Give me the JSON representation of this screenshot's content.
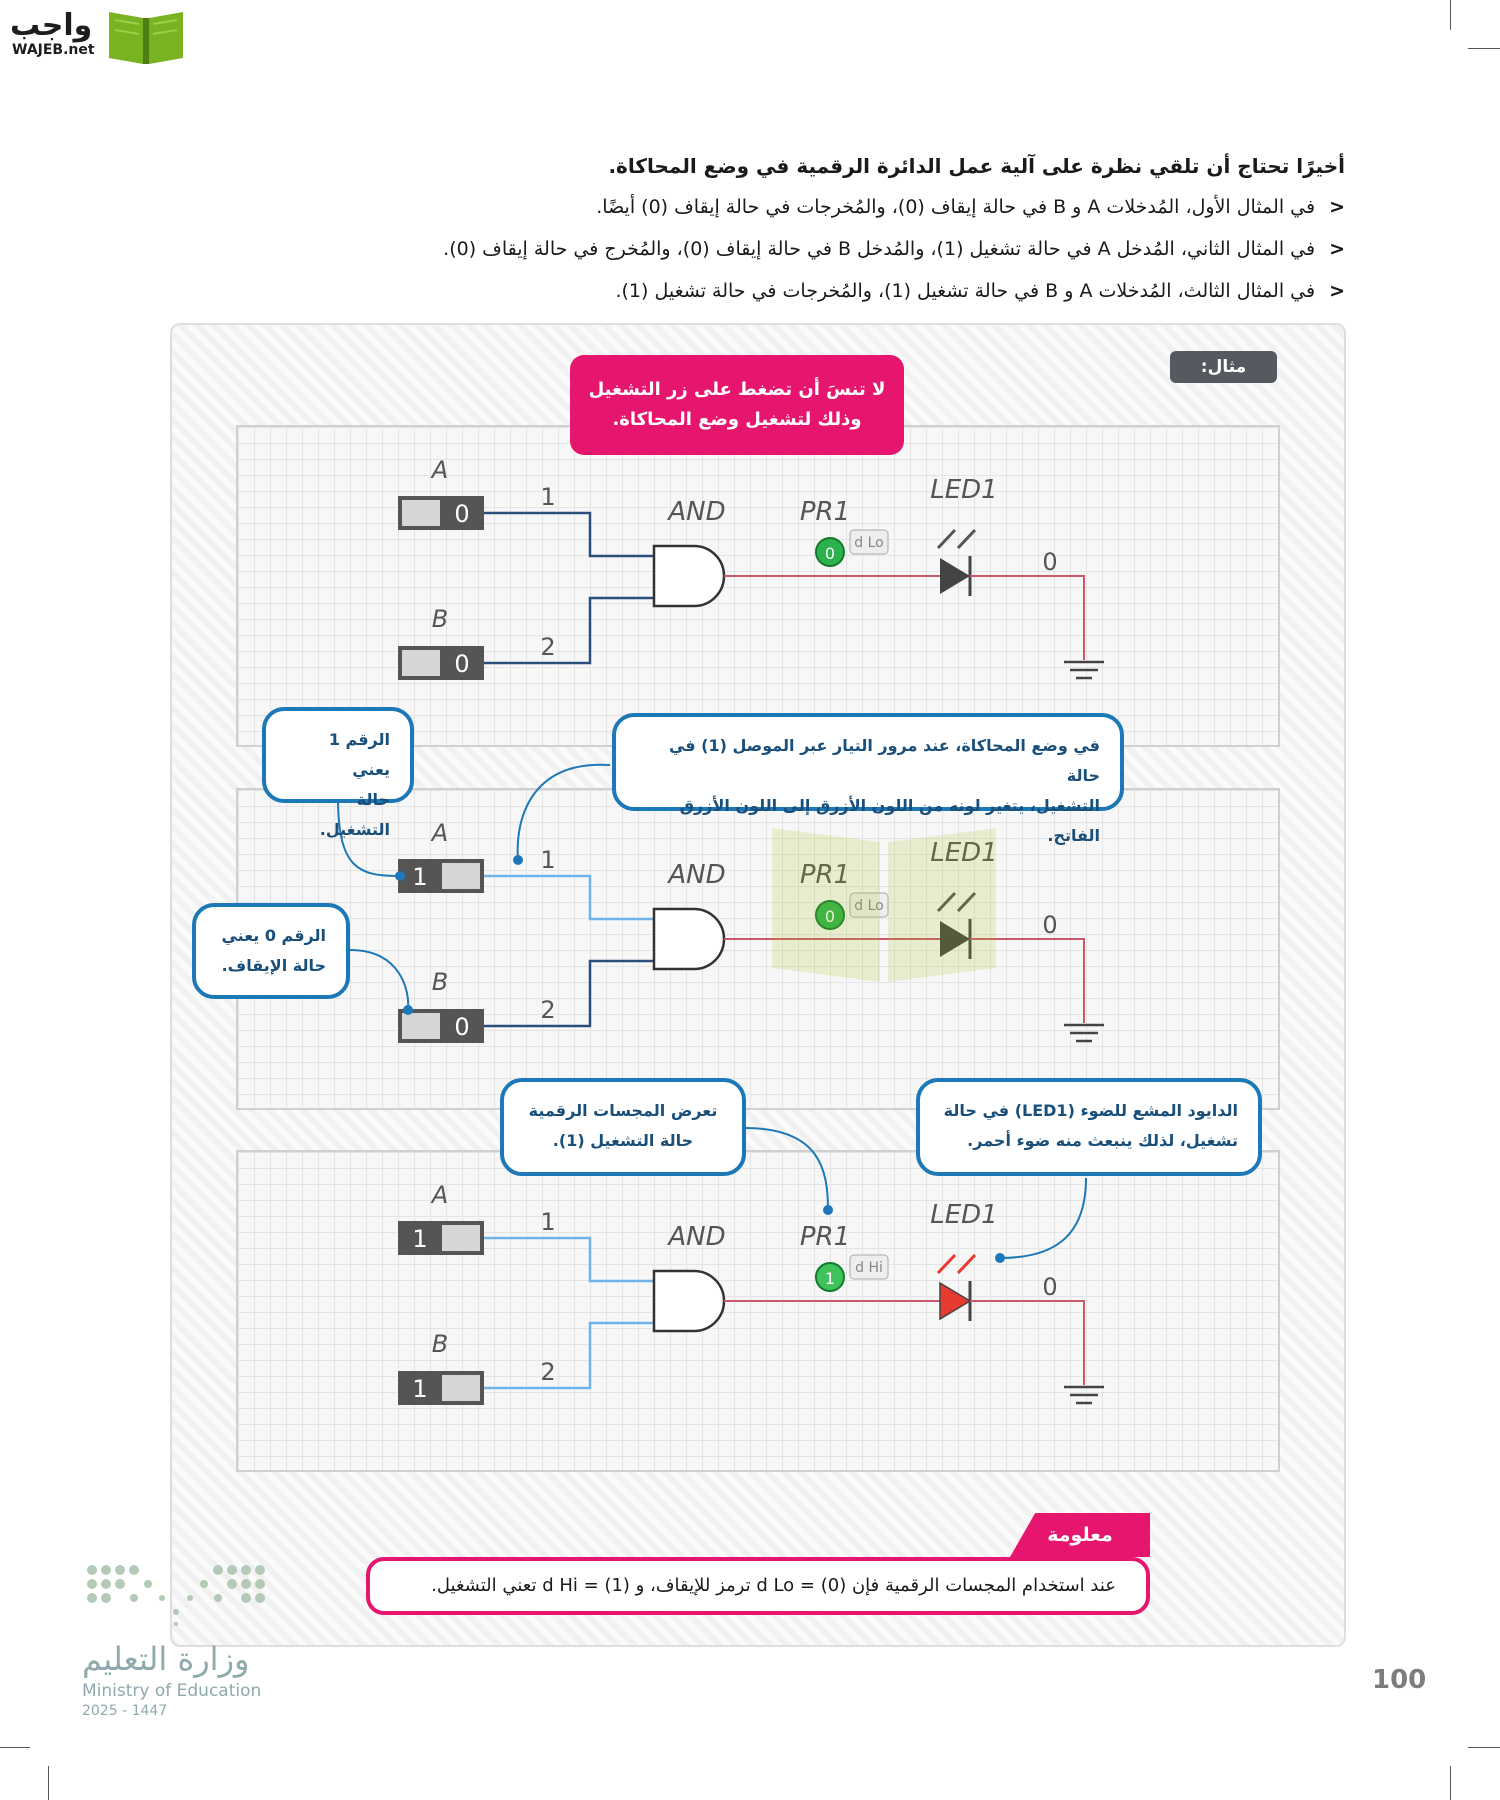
{
  "brand": {
    "logo_text": "واجب",
    "logo_domain": "WAJEB.net"
  },
  "intro": {
    "heading": "أخيرًا تحتاج أن تلقي نظرة على آلية عمل الدائرة الرقمية في وضع المحاكاة.",
    "bullets": [
      "في المثال الأول، المُدخلات A و B في حالة إيقاف (0)، والمُخرجات في حالة إيقاف (0) أيضًا.",
      "في المثال الثاني، المُدخل A في حالة تشغيل (1)، والمُدخل B في حالة إيقاف (0)، والمُخرج في حالة إيقاف (0).",
      "في المثال الثالث، المُدخلات A و B في حالة تشغيل (1)، والمُخرجات في حالة تشغيل (1)."
    ],
    "bullet_marker": "<"
  },
  "example_badge": "مثال:",
  "pink_note": {
    "line1": "لا تنسَ أن تضغط على زر التشغيل",
    "line2": "وذلك لتشغيل وضع المحاكاة."
  },
  "circuits": [
    {
      "input_a_label": "A",
      "input_b_label": "B",
      "input_a_value": "0",
      "input_b_value": "0",
      "wire_1": "1",
      "wire_2": "2",
      "gate": "AND",
      "probe_label": "PR1",
      "probe_value": "0",
      "probe_state": "d Lo",
      "led_label": "LED1",
      "output_node": "0"
    },
    {
      "input_a_label": "A",
      "input_b_label": "B",
      "input_a_value": "1",
      "input_b_value": "0",
      "wire_1": "1",
      "wire_2": "2",
      "gate": "AND",
      "probe_label": "PR1",
      "probe_value": "0",
      "probe_state": "d Lo",
      "led_label": "LED1",
      "output_node": "0"
    },
    {
      "input_a_label": "A",
      "input_b_label": "B",
      "input_a_value": "1",
      "input_b_value": "1",
      "wire_1": "1",
      "wire_2": "2",
      "gate": "AND",
      "probe_label": "PR1",
      "probe_value": "1",
      "probe_state": "d Hi",
      "led_label": "LED1",
      "output_node": "0"
    }
  ],
  "callouts": {
    "one_means": {
      "line1": "الرقم 1 يعني",
      "line2": "حالة التشغيل."
    },
    "zero_means": {
      "line1": "الرقم 0 يعني",
      "line2": "حالة الإيقاف."
    },
    "simulation": {
      "line1": "في وضع المحاكاة، عند مرور التيار عبر الموصل (1) في حالة",
      "line2": "التشغيل، يتغير لونه من اللون الأزرق إلى اللون الأزرق الفاتح."
    },
    "probes": {
      "line1": "تعرض المجسات الرقمية",
      "line2": "حالة التشغيل (1)."
    },
    "led": {
      "line1": "الدايود المشع للضوء (LED1) في حالة",
      "line2": "تشغيل، لذلك ينبعث منه ضوء أحمر."
    }
  },
  "info": {
    "tab": "معلومة",
    "text": "عند استخدام المجسات الرقمية فإن (0) = d Lo ترمز للإيقاف، و (1) = d Hi تعني التشغيل."
  },
  "page_number": "100",
  "ministry": {
    "arabic": "وزارة التعليم",
    "english": "Ministry of Education",
    "year": "2025 - 1447"
  },
  "colors": {
    "pink": "#e6156d",
    "callout_blue": "#1d78b8",
    "wire_dark": "#2a4f7c",
    "wire_light": "#6fb3e8",
    "led_red": "#e83a2e",
    "probe_green": "#2bb24c"
  }
}
